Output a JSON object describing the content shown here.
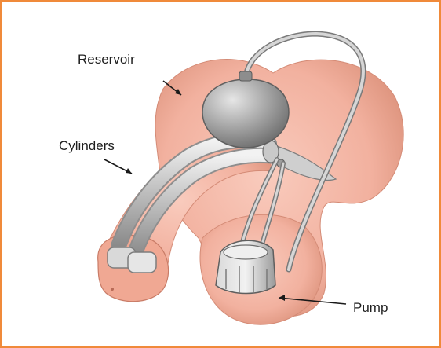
{
  "labels": {
    "reservoir": "Reservoir",
    "cylinders": "Cylinders",
    "pump": "Pump"
  },
  "colors": {
    "border": "#f08a3a",
    "skin": "#f2b19f",
    "skin_shadow": "#e39a86",
    "device_gray": "#9b9b9b",
    "device_light": "#d8d8d8"
  }
}
